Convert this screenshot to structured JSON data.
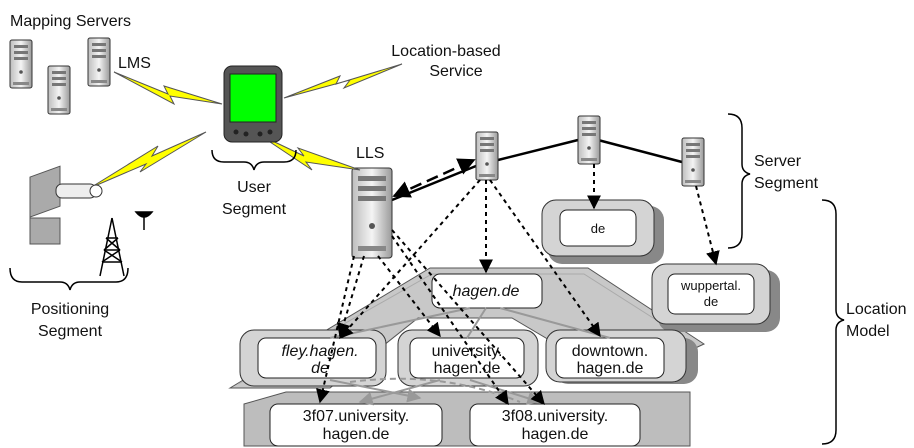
{
  "labels": {
    "mapping_servers": "Mapping Servers",
    "lms": "LMS",
    "location_based_service_line1": "Location-based",
    "location_based_service_line2": "Service",
    "lls": "LLS",
    "user_segment_line1": "User",
    "user_segment_line2": "Segment",
    "positioning_segment_line1": "Positioning",
    "positioning_segment_line2": "Segment",
    "server_segment_line1": "Server",
    "server_segment_line2": "Segment",
    "location_model_line1": "Location",
    "location_model_line2": "Model"
  },
  "zones": {
    "de": "de",
    "wuppertal_line1": "wuppertal.",
    "wuppertal_line2": "de",
    "hagen": "hagen.de",
    "fley_line1": "fley.hagen.",
    "fley_line2": "de",
    "university_line1": "university.",
    "university_line2": "hagen.de",
    "downtown_line1": "downtown.",
    "downtown_line2": "hagen.de",
    "f07_line1": "3f07.university.",
    "f07_line2": "hagen.de",
    "f08_line1": "3f08.university.",
    "f08_line2": "hagen.de"
  },
  "colors": {
    "lightning": "#ffff00",
    "pda_screen": "#00ff00",
    "zone_fill": "#d8d8d8",
    "zone_shadow": "#888888",
    "server_body": "#e6e6e6",
    "ground_shape": "#cfcfcf"
  }
}
